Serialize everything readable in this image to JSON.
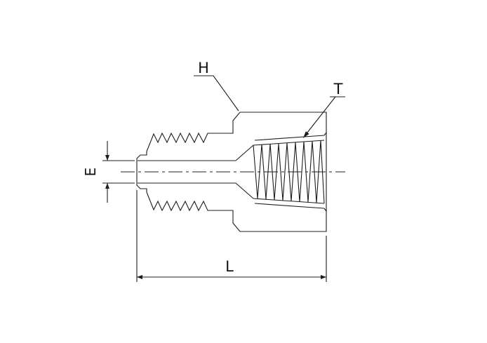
{
  "drawing": {
    "background_color": "#ffffff",
    "line_color": "#1c1c1c",
    "labels": {
      "h": "H",
      "t": "T",
      "e": "E",
      "l": "L"
    }
  }
}
